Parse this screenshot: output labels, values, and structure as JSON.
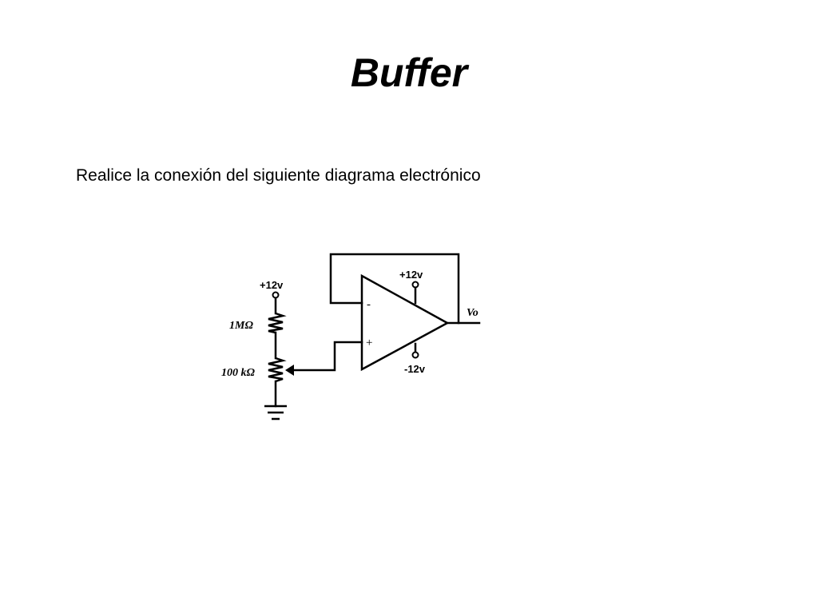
{
  "slide": {
    "title": "Buffer",
    "instruction": "Realice la conexión del siguiente diagrama electrónico"
  },
  "circuit": {
    "divider_supply_label": "+12v",
    "resistor_label": "1MΩ",
    "potentiometer_label": "100 kΩ",
    "opamp_positive_supply_label": "+12v",
    "opamp_negative_supply_label": "-12v",
    "inverting_input_sign": "-",
    "noninverting_input_sign": "+",
    "output_label": "Vo"
  }
}
